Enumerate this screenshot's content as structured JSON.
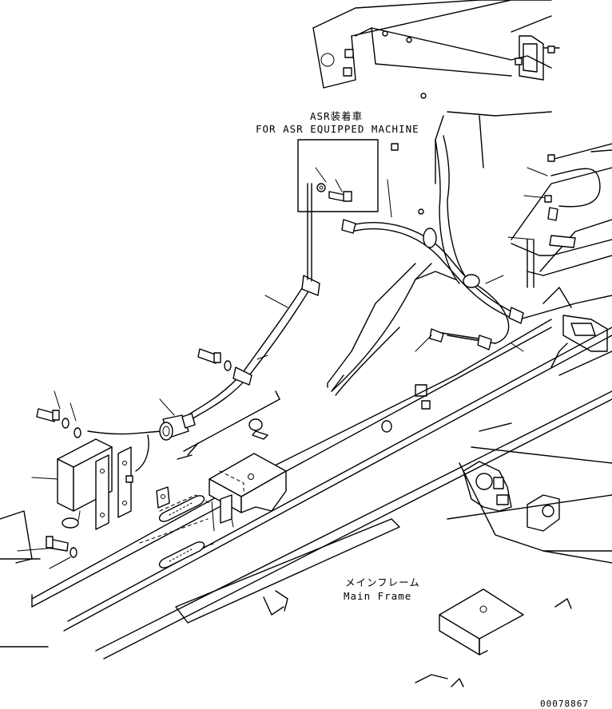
{
  "annotations": {
    "asr_jp": "ASR装着車",
    "asr_en": "FOR ASR EQUIPPED MACHINE",
    "frame_jp": "メインフレーム",
    "frame_en": "Main Frame",
    "drawing_no": "00078867"
  },
  "colors": {
    "line": "#000000",
    "background": "#ffffff"
  }
}
